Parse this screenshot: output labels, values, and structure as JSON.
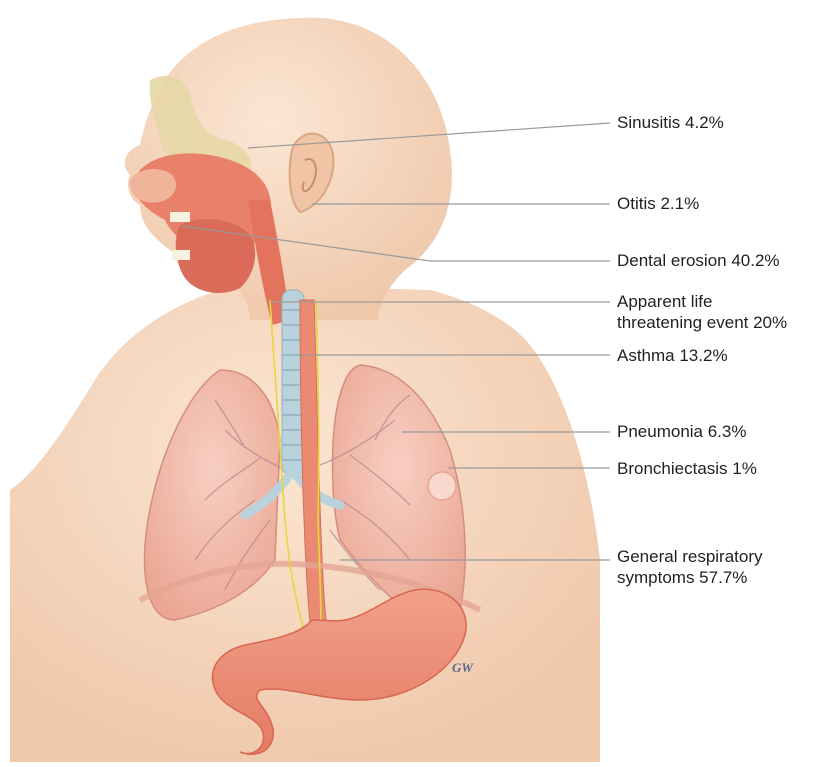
{
  "labels": [
    {
      "id": "sinusitis",
      "lines": [
        "Sinusitis 4.2%"
      ]
    },
    {
      "id": "otitis",
      "lines": [
        "Otitis 2.1%"
      ]
    },
    {
      "id": "dental-erosion",
      "lines": [
        "Dental erosion 40.2%"
      ]
    },
    {
      "id": "alte",
      "lines": [
        "Apparent life",
        "threatening event 20%"
      ]
    },
    {
      "id": "asthma",
      "lines": [
        "Asthma 13.2%"
      ]
    },
    {
      "id": "pneumonia",
      "lines": [
        "Pneumonia 6.3%"
      ]
    },
    {
      "id": "bronchiectasis",
      "lines": [
        "Bronchiectasis 1%"
      ]
    },
    {
      "id": "general-respiratory",
      "lines": [
        "General respiratory",
        "symptoms 57.7%"
      ]
    }
  ],
  "signature": "GW",
  "colors": {
    "skin": "#f7dcc6",
    "skin_shadow": "#efc7a9",
    "lung": "#f2b6a6",
    "tissue": "#e8806a",
    "bone": "#e6d7a6",
    "nerve": "#e7d63c",
    "trachea": "#b9d2dc",
    "leader": "#9a9a9a"
  }
}
